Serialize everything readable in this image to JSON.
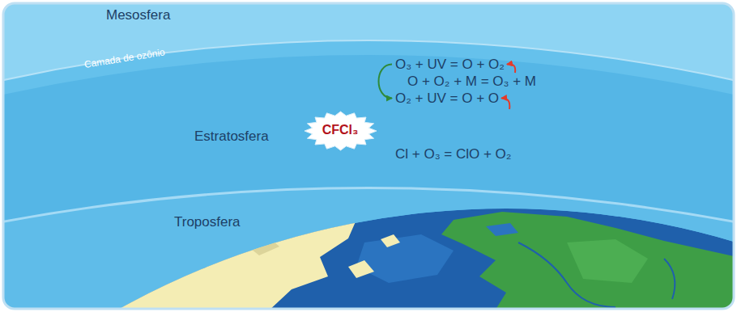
{
  "diagram": {
    "nodes": [
      {
        "text": [
          "CFCl₃"
        ]
      }
    ],
    "labels": [
      "Mesosfera",
      "Camada de ozônio",
      "Estratosfera",
      "Troposfera",
      "O₃ + UV = O + O₂",
      "O + O₂ + M = O₃ + M",
      "O₂ + UV = O + O",
      "Cl + O₃ = ClO + O₂"
    ]
  }
}
